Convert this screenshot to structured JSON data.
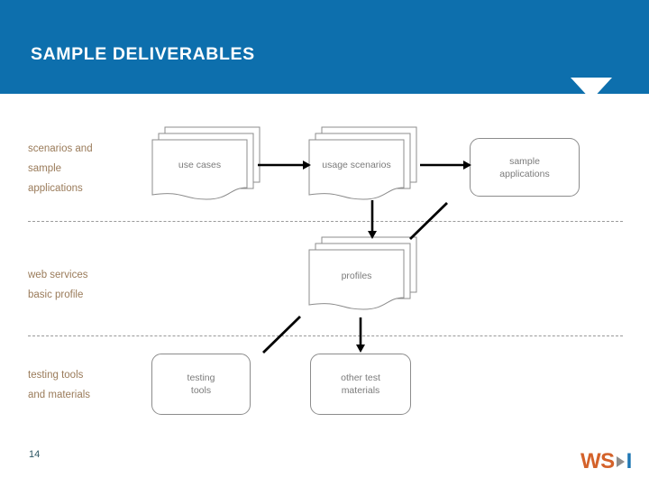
{
  "slide": {
    "title": "SAMPLE DELIVERABLES",
    "page_number": "14",
    "header_color": "#0d6fad",
    "label_color": "#9a7b5a",
    "shape_text_color": "#7b7b7b"
  },
  "rows": [
    {
      "id": "row-1",
      "label": "scenarios and\nsample\napplications"
    },
    {
      "id": "row-2",
      "label": "web services\nbasic profile"
    },
    {
      "id": "row-3",
      "label": "testing tools\nand materials"
    }
  ],
  "row_labels": {
    "row_1_line_1": "scenarios and",
    "row_1_line_2": "sample",
    "row_1_line_3": "applications",
    "row_2_line_1": "web services",
    "row_2_line_2": "basic profile",
    "row_3_line_1": "testing tools",
    "row_3_line_2": "and materials"
  },
  "nodes": {
    "use_cases": {
      "label": "use cases",
      "shape": "document-stack"
    },
    "usage_scenarios": {
      "label": "usage scenarios",
      "shape": "document-stack"
    },
    "sample_applications": {
      "label_line_1": "sample",
      "label_line_2": "applications",
      "shape": "rounded-rectangle"
    },
    "profiles": {
      "label": "profiles",
      "shape": "document-stack"
    },
    "testing_tools": {
      "label_line_1": "testing",
      "label_line_2": "tools",
      "shape": "rounded-rectangle"
    },
    "other_test_materials": {
      "label_line_1": "other test",
      "label_line_2": "materials",
      "shape": "rounded-rectangle"
    }
  },
  "connectors": [
    {
      "id": "use-cases-to-usage-scenarios",
      "kind": "arrow-right"
    },
    {
      "id": "usage-scenarios-to-sample-applications",
      "kind": "arrow-right"
    },
    {
      "id": "usage-scenarios-to-profiles",
      "kind": "arrow-down"
    },
    {
      "id": "profiles-to-sample-applications",
      "kind": "line-diagonal"
    },
    {
      "id": "profiles-to-other-test-materials",
      "kind": "arrow-down"
    },
    {
      "id": "testing-tools-to-profiles",
      "kind": "line-diagonal"
    }
  ],
  "logo": {
    "word_mark": "WS",
    "letter_mark": "I",
    "triangle_icon": "triangle-right-icon",
    "word_color": "#d4622a",
    "letter_color": "#1f77b4"
  }
}
